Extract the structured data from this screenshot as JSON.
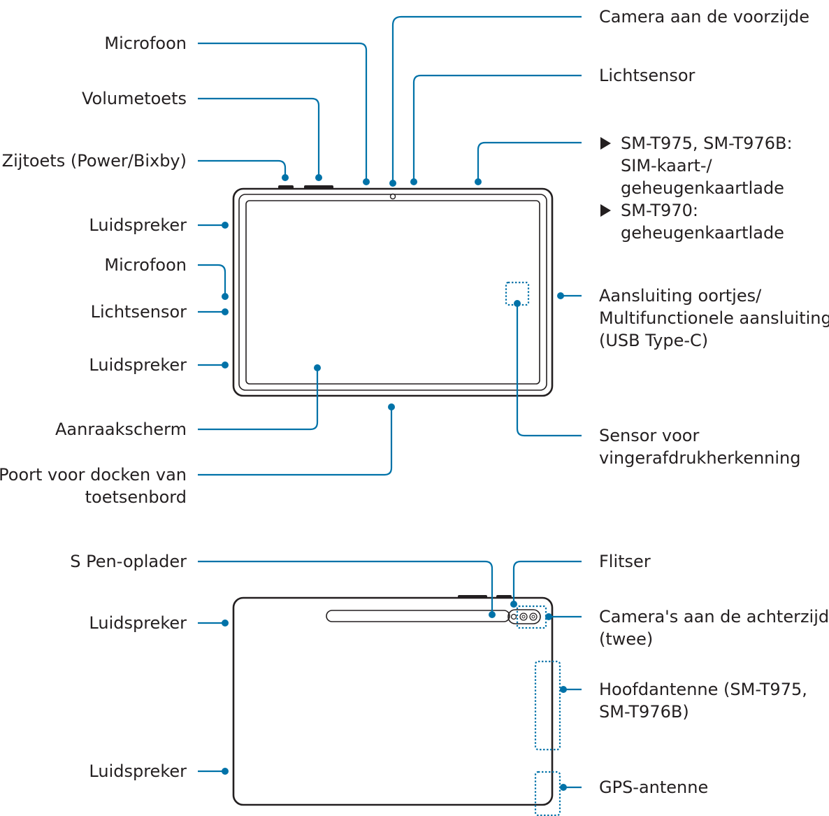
{
  "front": {
    "left": {
      "microphone_top": "Microfoon",
      "volume_key": "Volumetoets",
      "side_key": "Zijtoets (Power/Bixby)",
      "speaker_top": "Luidspreker",
      "microphone_side": "Microfoon",
      "light_sensor_side": "Lichtsensor",
      "speaker_bottom": "Luidspreker",
      "touchscreen": "Aanraakscherm",
      "keyboard_dock_line1": "Poort voor docken van",
      "keyboard_dock_line2": "toetsenbord"
    },
    "right": {
      "front_camera": "Camera aan de voorzijde",
      "light_sensor": "Lichtsensor",
      "tray_model_a": "SM-T975, SM-T976B:",
      "tray_a_line2": "SIM-kaart-/",
      "tray_a_line3": "geheugenkaartlade",
      "tray_model_b": "SM-T970:",
      "tray_b_line2": "geheugenkaartlade",
      "earphone_line1": "Aansluiting oortjes/",
      "earphone_line2": "Multifunctionele aansluiting",
      "earphone_line3": "(USB Type-C)",
      "fingerprint_line1": "Sensor voor",
      "fingerprint_line2": "vingerafdrukherkenning"
    }
  },
  "back": {
    "left": {
      "s_pen_charger": "S Pen-oplader",
      "speaker_top": "Luidspreker",
      "speaker_bottom": "Luidspreker"
    },
    "right": {
      "flash": "Flitser",
      "rear_cameras_line1": "Camera's aan de achterzijde",
      "rear_cameras_line2": "(twee)",
      "main_antenna_line1": "Hoofdantenne (SM-T975,",
      "main_antenna_line2": "SM-T976B)",
      "gps_antenna": "GPS-antenne"
    }
  },
  "colors": {
    "leader": "#0072a8",
    "outline": "#231f20",
    "text": "#231f20"
  }
}
